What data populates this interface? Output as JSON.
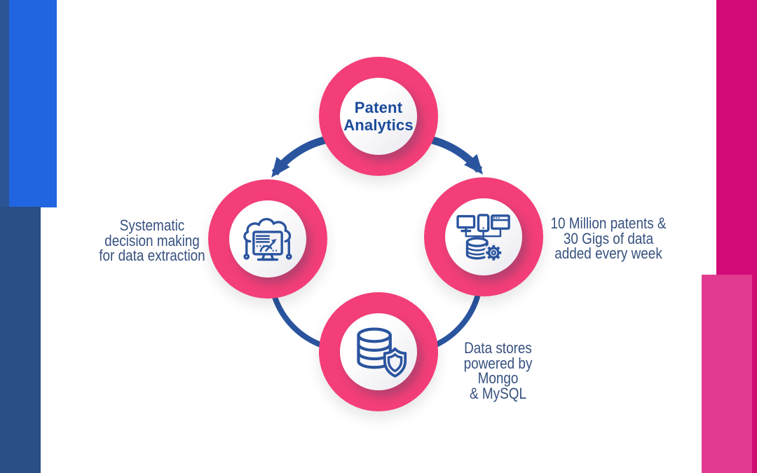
{
  "colors": {
    "ring_pink": "#f33e78",
    "line_blue": "#2a549e",
    "title_blue": "#1b4a9b",
    "label_navy": "#37517f",
    "inner_top": "#ffffff",
    "inner_bottom": "#e9e9ef",
    "left_strip": "#2c5596",
    "left_blue": "#2166e0",
    "left_navy": "#2a4f87",
    "right_magenta": "#d10a78",
    "right_pink": "#e13a90",
    "right_strip": "#ce0c72"
  },
  "diagram": {
    "center_node": {
      "lines": [
        "Patent",
        "Analytics"
      ]
    },
    "left_node": {
      "icon": "cloud-computer-icon",
      "label_lines": [
        "Systematic",
        "decision making",
        "for data extraction"
      ]
    },
    "right_node": {
      "icon": "devices-database-icon",
      "label_lines": [
        "10 Million patents &",
        "30 Gigs of data",
        "added every week"
      ]
    },
    "bottom_node": {
      "icon": "database-shield-icon",
      "label_lines": [
        "Data stores",
        "powered by Mongo",
        "& MySQL"
      ]
    }
  }
}
